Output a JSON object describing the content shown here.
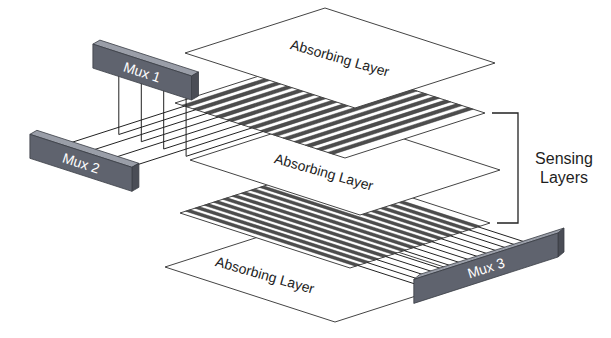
{
  "diagram": {
    "nodes": [
      {
        "text": [
          "Absorbing Layer"
        ]
      },
      {
        "text": [
          "Mux 1"
        ]
      },
      {
        "text": [
          "Mux 2"
        ]
      },
      {
        "text": [
          "Absorbing Layer"
        ]
      },
      {
        "text": [
          "Absorbing Layer"
        ]
      },
      {
        "text": [
          "Mux 3"
        ]
      }
    ],
    "labels": [
      "Sensing Layers"
    ]
  }
}
